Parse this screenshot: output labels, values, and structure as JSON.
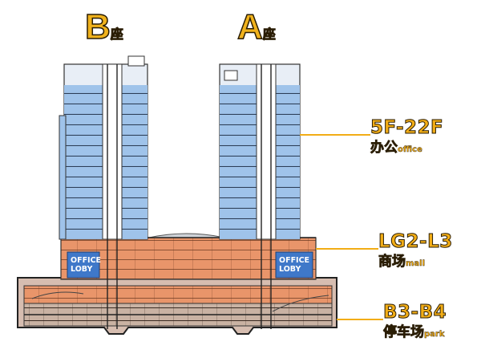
{
  "towers": {
    "b": {
      "letter": "B",
      "suffix": "座"
    },
    "a": {
      "letter": "A",
      "suffix": "座"
    }
  },
  "legend": {
    "office": {
      "code": "5F-22F",
      "cn": "办公",
      "en": "office"
    },
    "mall": {
      "code": "LG2-L3",
      "cn": "商场",
      "en": "mall"
    },
    "park": {
      "code": "B3-B4",
      "cn": "停车场",
      "en": "park"
    }
  },
  "lobbies": {
    "left": {
      "line1": "OFFICE",
      "line2": "LOBY"
    },
    "right": {
      "line1": "OFFICE",
      "line2": "LOBY"
    }
  },
  "colors": {
    "office_glass": "#9fc3ea",
    "mall": "#e9956a",
    "lobby": "#3f78c9",
    "leader_line": "#f2ad16",
    "label_text": "#f2ad16"
  }
}
